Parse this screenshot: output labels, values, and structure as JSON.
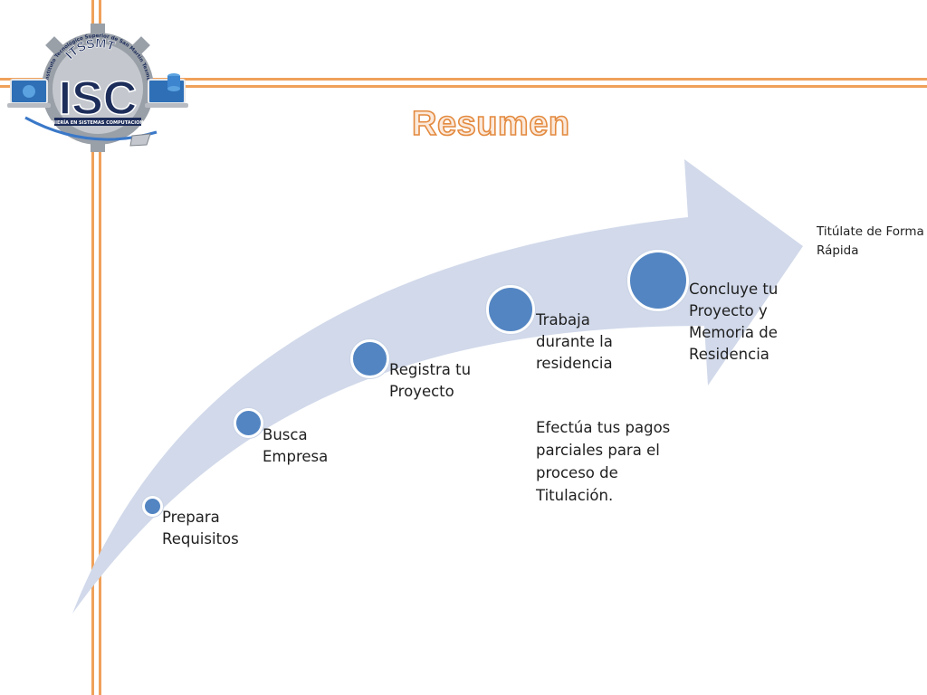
{
  "slide": {
    "title": "Resumen",
    "corner_note": "Titúlate de Forma Rápida",
    "note": "Efectúa tus pagos parciales para el proceso de Titulación."
  },
  "logo": {
    "main": "ISC",
    "arc": "ITSSMT",
    "ring": "Instituto Tecnológico Superior de San Martín Texmelucan",
    "banner": "INGENIERÍA EN SISTEMAS COMPUTACIONALES"
  },
  "steps": [
    {
      "label_lines": [
        "Prepara",
        "Requisitos"
      ]
    },
    {
      "label_lines": [
        "Busca",
        "Empresa"
      ]
    },
    {
      "label_lines": [
        "Registra tu",
        "Proyecto"
      ]
    },
    {
      "label_lines": [
        "Trabaja",
        "durante la",
        "residencia"
      ]
    },
    {
      "label_lines": [
        "Concluye tu",
        "Proyecto y",
        "Memoria de",
        "Residencia"
      ]
    }
  ],
  "colors": {
    "arrow": "#d1d9ea",
    "dot": "#5385c2",
    "frame": "#f0a15a",
    "title_stroke": "#e38a3f"
  }
}
